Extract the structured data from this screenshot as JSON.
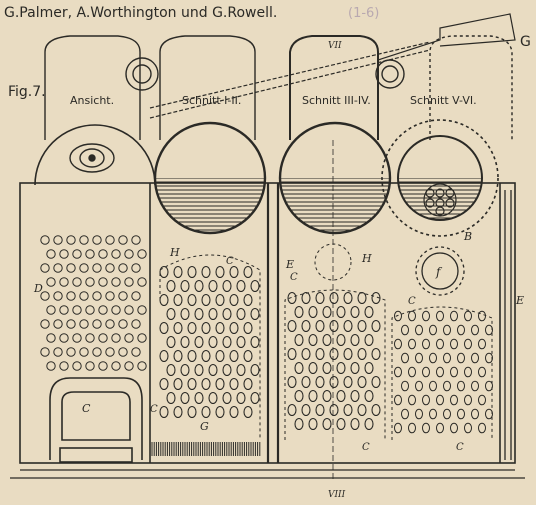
{
  "header": {
    "authors": "G.Palmer, A.Worthington und G.Rowell.",
    "range": "(1-6)",
    "edge_letter": "G"
  },
  "figure": {
    "label": "Fig.7.",
    "views": [
      "Ansicht.",
      "Schnitt I-II.",
      "Schnitt III-IV.",
      "Schnitt V-VI."
    ],
    "section_marks": {
      "top": "VII",
      "bottom": "VIII"
    },
    "letters": {
      "h1": "H",
      "h2": "H",
      "c1": "C",
      "c2": "C",
      "c3": "C",
      "c4": "C",
      "c5": "C",
      "c6": "C",
      "c7": "C",
      "e1": "E",
      "e2": "E",
      "d": "D",
      "g": "G",
      "b": "B",
      "f": "f"
    }
  },
  "colors": {
    "paper": "#e9dcc2",
    "ink": "#2b2a26",
    "faded": "#b9a9b0"
  }
}
